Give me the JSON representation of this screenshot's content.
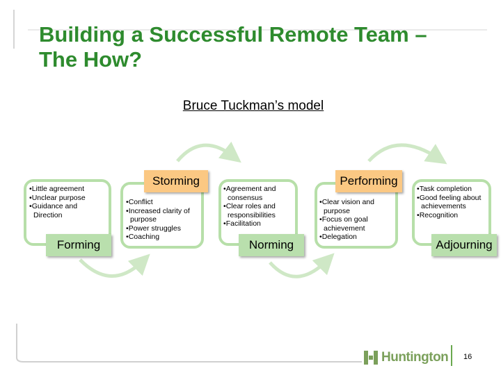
{
  "title": "Building a Successful Remote Team – The How?",
  "subtitle": "Bruce Tuckman’s model",
  "stages": {
    "forming": {
      "label": "Forming",
      "bullets": [
        "Little agreement",
        "Unclear purpose",
        "Guidance and Direction"
      ]
    },
    "storming": {
      "label": "Storming",
      "bullets": [
        "Conflict",
        "Increased clarity of purpose",
        "Power struggles",
        "Coaching"
      ]
    },
    "norming": {
      "label": "Norming",
      "bullets": [
        "Agreement and consensus",
        "Clear roles and responsibilities",
        "Facilitation"
      ]
    },
    "performing": {
      "label": "Performing",
      "bullets": [
        "Clear vision and purpose",
        "Focus on goal achievement",
        "Delegation"
      ]
    },
    "adjourning": {
      "label": "Adjourning",
      "bullets": [
        "Task completion",
        "Good feeling about achievements",
        "Recognition"
      ]
    }
  },
  "footer": {
    "logo_text": "Huntington",
    "page_number": "16"
  },
  "colors": {
    "title": "#2e8b2e",
    "stage_border": "#b7dfa9",
    "label_green": "#b9dfad",
    "label_orange": "#fbc883",
    "arrow": "#cfe8c6",
    "frame": "#d0d0d0",
    "logo": "#7ba05b"
  }
}
